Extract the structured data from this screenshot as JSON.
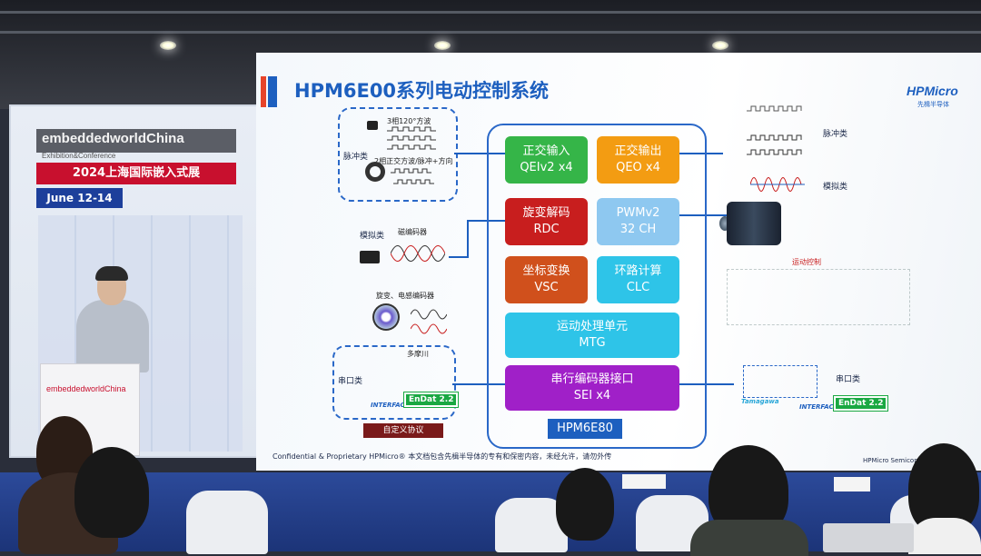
{
  "booth": {
    "logo_text": "embeddedworldChina",
    "logo_sub": "Exhibition&Conference",
    "expo_title": "2024上海国际嵌入式展",
    "expo_date": "June 12-14",
    "podium_logo": "embeddedworldChina"
  },
  "slide": {
    "title": "HPM6E00系列电动控制系统",
    "brand": "HPMicro",
    "brand_sub": "先楫半导体",
    "chip_name": "HPM6E80",
    "blocks": {
      "qei": {
        "cn": "正交输入",
        "en": "QEIv2 x4"
      },
      "qeo": {
        "cn": "正交输出",
        "en": "QEO x4"
      },
      "rdc": {
        "cn": "旋变解码",
        "en": "RDC"
      },
      "pwm": {
        "cn": "PWMv2",
        "en": "32 CH"
      },
      "vsc": {
        "cn": "坐标变换",
        "en": "VSC"
      },
      "clc": {
        "cn": "环路计算",
        "en": "CLC"
      },
      "mtg": {
        "cn": "运动处理单元",
        "en": "MTG"
      },
      "sei": {
        "cn": "串行编码器接口",
        "en": "SEI x4"
      }
    },
    "left_labels": {
      "pulse": "脉冲类",
      "three_phase": "3相120°方波",
      "two_phase": "2相正交方波/脉冲+方向",
      "analog": "模拟类",
      "mag_encoder": "磁编码器",
      "resolver": "旋变、电感编码器",
      "serial": "串口类",
      "tamagawa": "多摩川",
      "custom_protocol": "自定义协议"
    },
    "right_labels": {
      "pulse": "脉冲类",
      "analog": "模拟类",
      "motion_control": "运动控制",
      "serial": "串口类"
    },
    "endat": "EnDat 2.2",
    "interface": "INTERFACE",
    "tamagawa_logo": "Tamagawa",
    "footer": "Confidential & Proprietary HPMicro®  本文档包含先楫半导体的专有和保密内容，未经允许，请勿外传",
    "footer_right": "HPMicro Semicon"
  },
  "colors": {
    "green": "#35b548",
    "orange": "#f39c12",
    "red": "#c81e1e",
    "light_blue": "#8ec8f0",
    "rust": "#d0501c",
    "cyan": "#2ec4e8",
    "purple": "#a020c8",
    "brand_blue": "#1d5fbf"
  }
}
